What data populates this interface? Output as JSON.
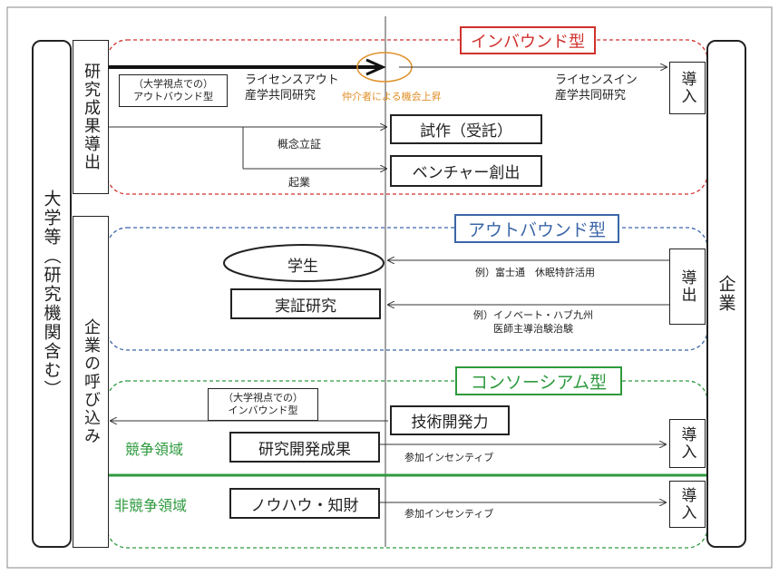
{
  "left_column": {
    "title": "大学等（研究機関含む）"
  },
  "right_column": {
    "title": "企業"
  },
  "left_sub": {
    "research": "研究成果導出",
    "invite": "企業の呼び込み"
  },
  "right_sub": {
    "introduce1": "導入",
    "export": "導出",
    "introduce2": "導入",
    "introduce3": "導入"
  },
  "inbound": {
    "title": "インバウンド型",
    "univ_note_1": "（大学視点での）",
    "univ_note_2": "アウトバウンド型",
    "license_out_1": "ライセンスアウト",
    "license_out_2": "産学共同研究",
    "broker": "仲介者による機会上昇",
    "license_in_1": "ライセンスイン",
    "license_in_2": "産学共同研究",
    "poc": "概念立証",
    "startup_label": "起業",
    "prototype": "試作（受託）",
    "venture": "ベンチャー創出"
  },
  "outbound": {
    "title": "アウトバウンド型",
    "student": "学生",
    "demo": "実証研究",
    "ex1": "例）富士通　休眠特許活用",
    "ex2_1": "例）イノベート・ハブ九州",
    "ex2_2": "医師主導治験治験"
  },
  "consortium": {
    "title": "コンソーシアム型",
    "univ_note_1": "（大学視点での）",
    "univ_note_2": "インバウンド型",
    "tech": "技術開発力",
    "competitive": "競争領域",
    "results": "研究開発成果",
    "incentive1": "参加インセンティブ",
    "noncompetitive": "非競争領域",
    "knowhow": "ノウハウ・知財",
    "incentive2": "参加インセンティブ"
  },
  "colors": {
    "inbound": "#d0312d",
    "outbound": "#3b66a8",
    "consortium": "#2e9a3e",
    "broker": "#e0902a"
  }
}
